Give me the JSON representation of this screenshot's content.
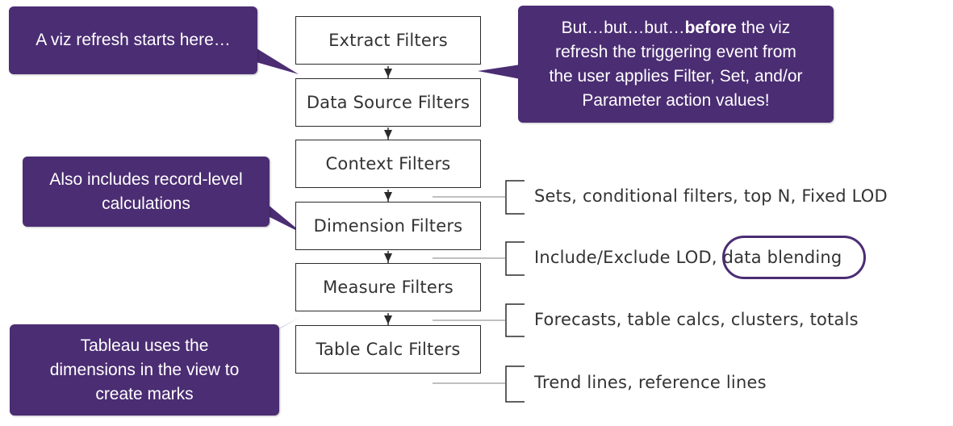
{
  "flow_steps": [
    "Extract Filters",
    "Data Source Filters",
    "Context Filters",
    "Dimension Filters",
    "Measure Filters",
    "Table Calc Filters"
  ],
  "side_notes": [
    "Sets, conditional filters, top N, Fixed LOD",
    "Include/Exclude LOD, data blending",
    "Forecasts, table calcs, clusters, totals",
    "Trend lines, reference lines"
  ],
  "callouts": {
    "refresh_start": "A viz refresh starts here…",
    "before_prefix": "But…but…but…",
    "before_bold": "before",
    "before_rest_1": " the viz",
    "before_line_2": "refresh the triggering event from",
    "before_line_3": "the user applies Filter, Set, and/or",
    "before_line_4": "Parameter action values!",
    "record_level_1": "Also includes record-level",
    "record_level_2": "calculations",
    "marks_1": "Tableau uses the",
    "marks_2": "dimensions in the view to",
    "marks_3": "create marks"
  },
  "colors": {
    "callout_fill": "#4b2d73",
    "callout_text": "#ffffff",
    "box_border": "#2b2b2b",
    "text": "#333333",
    "highlight_circle": "#4b2d73"
  }
}
